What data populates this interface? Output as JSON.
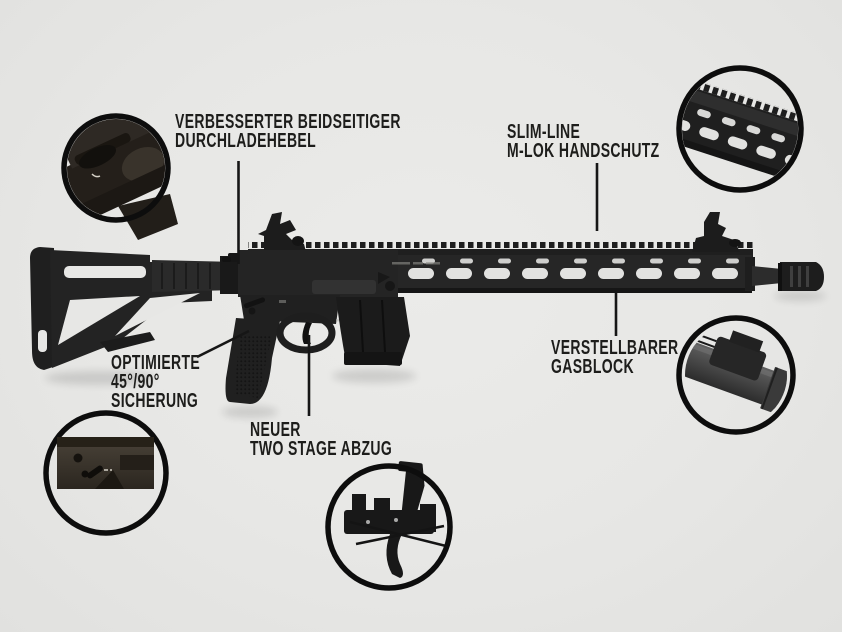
{
  "theme": {
    "background": "#e7e7e5",
    "ink": "#1d1d1b",
    "ring": "#0d0d0d",
    "rifle_color": "#232323"
  },
  "labels": {
    "charging_handle": {
      "lines": [
        "VERBESSERTER BEIDSEITIGER",
        "DURCHLADEHEBEL"
      ]
    },
    "handguard": {
      "lines": [
        "SLIM-LINE",
        "M-LOK HANDSCHUTZ"
      ]
    },
    "safety": {
      "lines": [
        "OPTIMIERTE",
        "45°/90°",
        "SICHERUNG"
      ]
    },
    "trigger": {
      "lines": [
        "NEUER",
        "TWO STAGE ABZUG"
      ]
    },
    "gas_block": {
      "lines": [
        "VERSTELLBARER",
        "GASBLOCK"
      ]
    }
  },
  "callouts": {
    "charging_handle_detail": "photo of ambidextrous charging handle",
    "handguard_detail": "photo of M-LOK slim-line rail",
    "safety_detail": "photo of 45/90 degree safety selector",
    "trigger_detail": "photo of two stage trigger group",
    "gas_block_detail": "photo of adjustable gas block on barrel"
  },
  "icons": {
    "receiver_logo": "circular-brand-emblem"
  }
}
